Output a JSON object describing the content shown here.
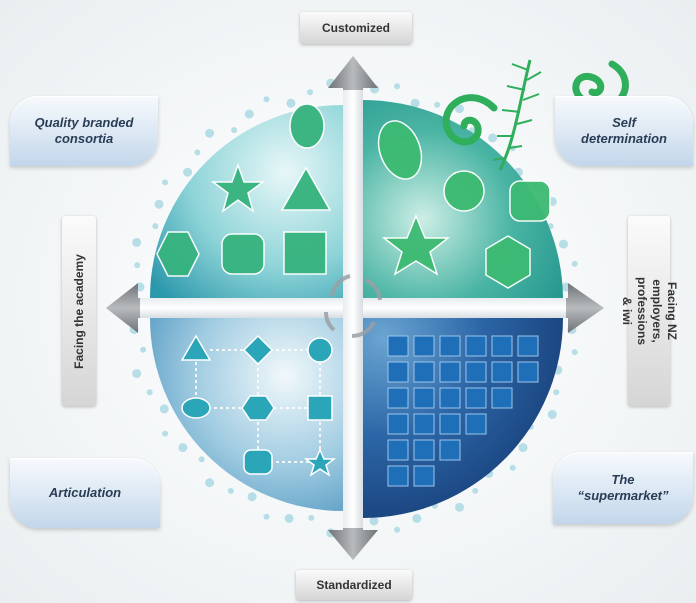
{
  "axes": {
    "top": "Customized",
    "bottom": "Standardized",
    "left": "Facing the academy",
    "right": "Facing NZ employers,\nprofessions & iwi"
  },
  "quadrants": {
    "top_left": "Quality branded\nconsortia",
    "top_right": "Self\ndetermination",
    "bottom_left": "Articulation",
    "bottom_right": "The\n“supermarket”"
  },
  "colors": {
    "teal_light": "#5fc6cc",
    "teal_dark": "#2a8fa6",
    "green_shape": "#3cb878",
    "navy": "#1f4e8c",
    "navy_square": "#1f6fb8",
    "arrow_gray": "#8a8d91",
    "dot": "#9fd3de"
  },
  "icons": [
    "fern-frond-icon",
    "koru-spiral-icon",
    "recycle-arrows-icon"
  ]
}
